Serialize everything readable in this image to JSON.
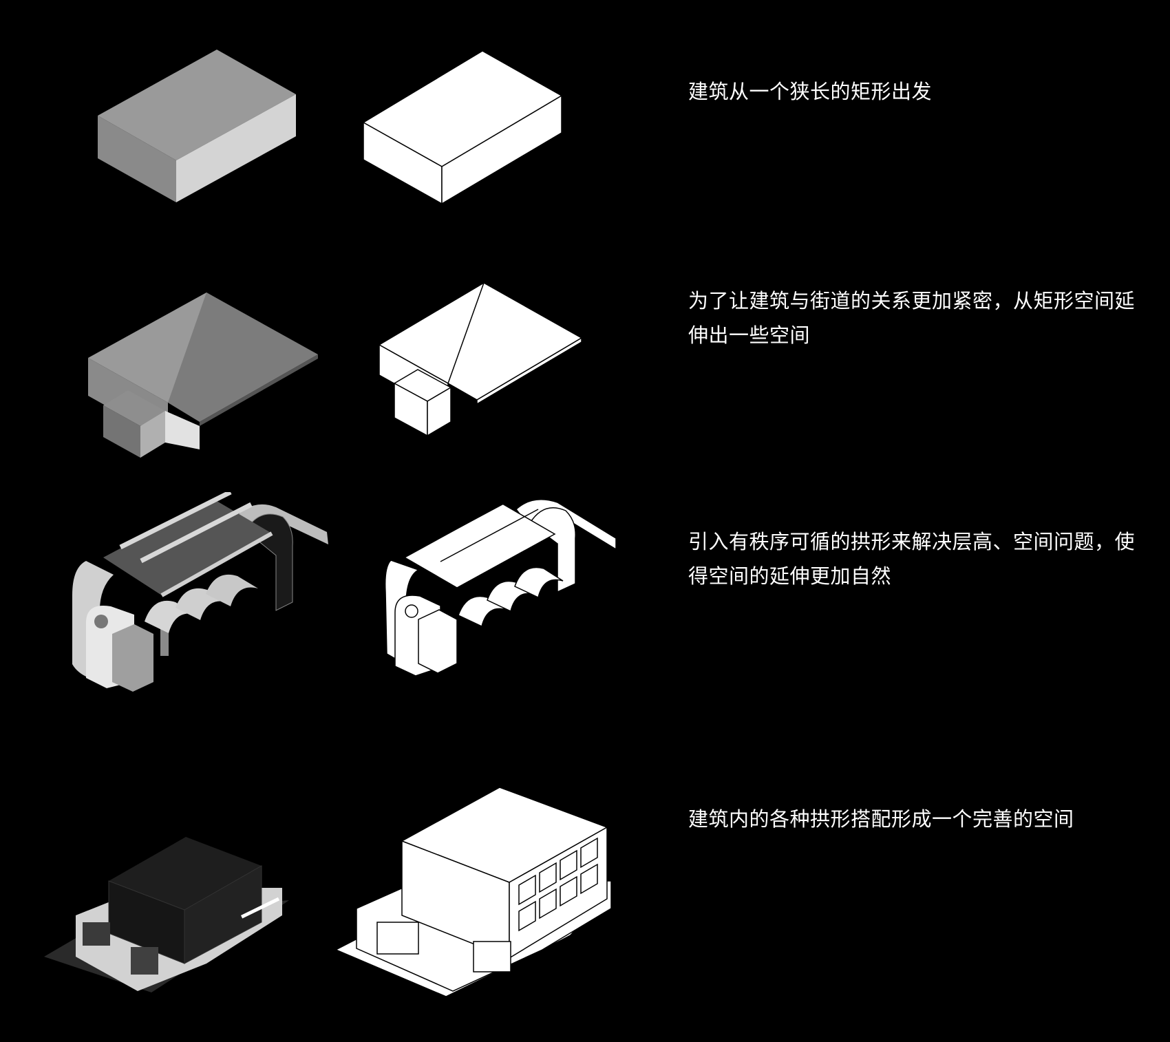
{
  "colors": {
    "background": "#000000",
    "text": "#ffffff",
    "shaded_top": "#9a9a9a",
    "shaded_left": "#8a8a8a",
    "shaded_right": "#d4d4d4",
    "line_fill": "#ffffff",
    "line_stroke": "#000000",
    "dark_mass": "#1e1e1e"
  },
  "steps": [
    {
      "caption": "建筑从一个狭长的矩形出发"
    },
    {
      "caption": "为了让建筑与街道的关系更加紧密，从矩形空间延伸出一些空间"
    },
    {
      "caption": "引入有秩序可循的拱形来解决层高、空间问题，使得空间的延伸更加自然"
    },
    {
      "caption": "建筑内的各种拱形搭配形成一个完善的空间"
    }
  ]
}
